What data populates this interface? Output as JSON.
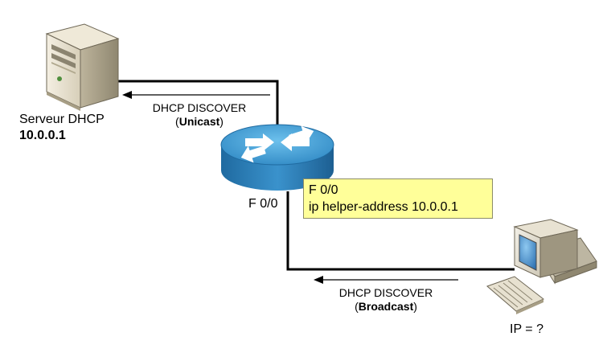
{
  "server": {
    "label": "Serveur DHCP",
    "address": "10.0.0.1"
  },
  "router": {
    "interface_label": "F 0/0"
  },
  "config_note": {
    "line1": "F 0/0",
    "line2": "ip helper-address 10.0.0.1"
  },
  "unicast_message": {
    "title": "DHCP DISCOVER",
    "open": "(",
    "mode": "Unicast",
    "close": ")"
  },
  "broadcast_message": {
    "title": "DHCP DISCOVER",
    "open": "(",
    "mode": "Broadcast",
    "close": ")"
  },
  "client": {
    "label": "IP = ?"
  },
  "colors": {
    "router_body": "#2d7fb8",
    "router_top": "#4aa6dc",
    "note_fill": "#ffff99",
    "link": "#000000"
  }
}
